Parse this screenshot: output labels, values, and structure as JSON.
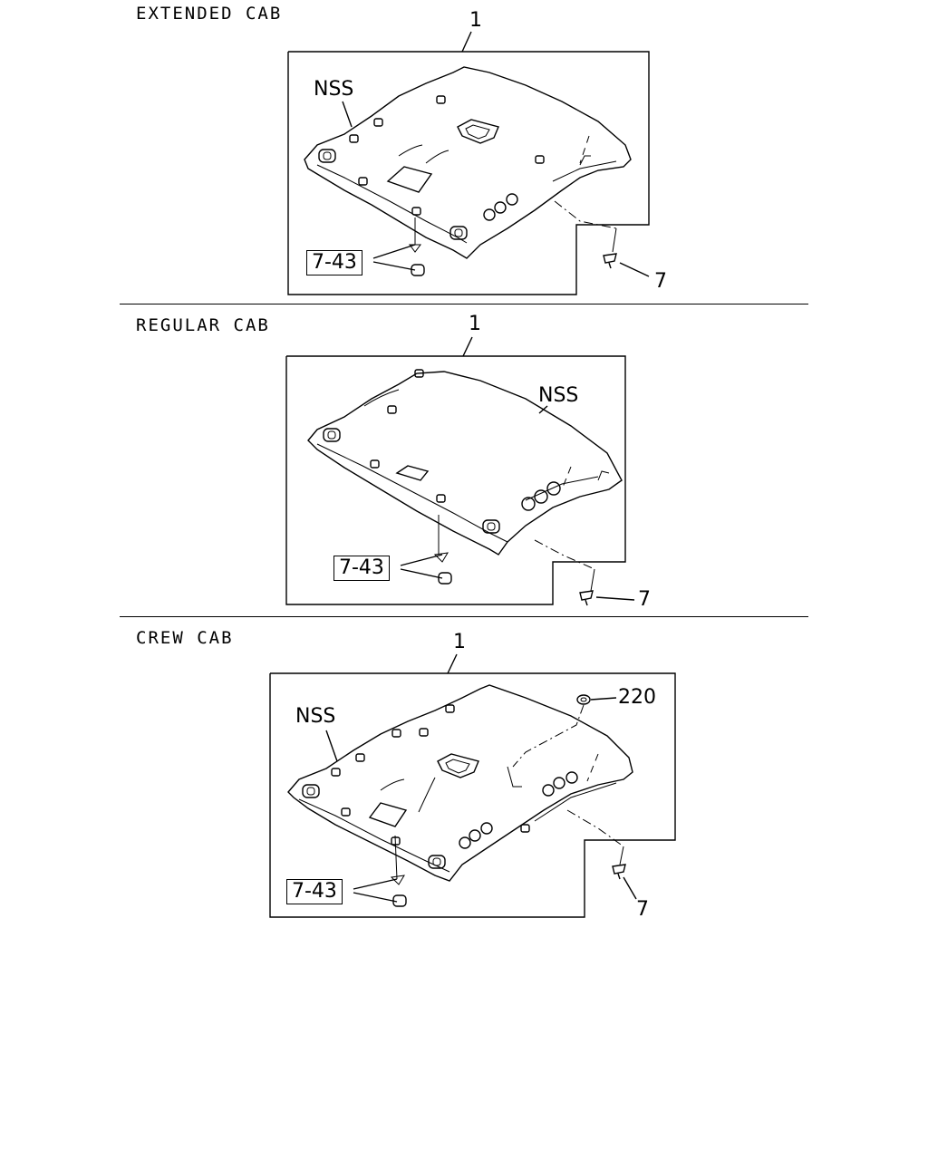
{
  "sections": [
    {
      "title": "EXTENDED CAB",
      "part_number": "1",
      "nss_label": "NSS",
      "ref_box": "7-43",
      "fastener_callout": "7"
    },
    {
      "title": "REGULAR CAB",
      "part_number": "1",
      "nss_label": "NSS",
      "ref_box": "7-43",
      "fastener_callout": "7"
    },
    {
      "title": "CREW CAB",
      "part_number": "1",
      "nss_label": "NSS",
      "ref_box": "7-43",
      "fastener_callout": "7",
      "extra_callout": "220"
    }
  ]
}
